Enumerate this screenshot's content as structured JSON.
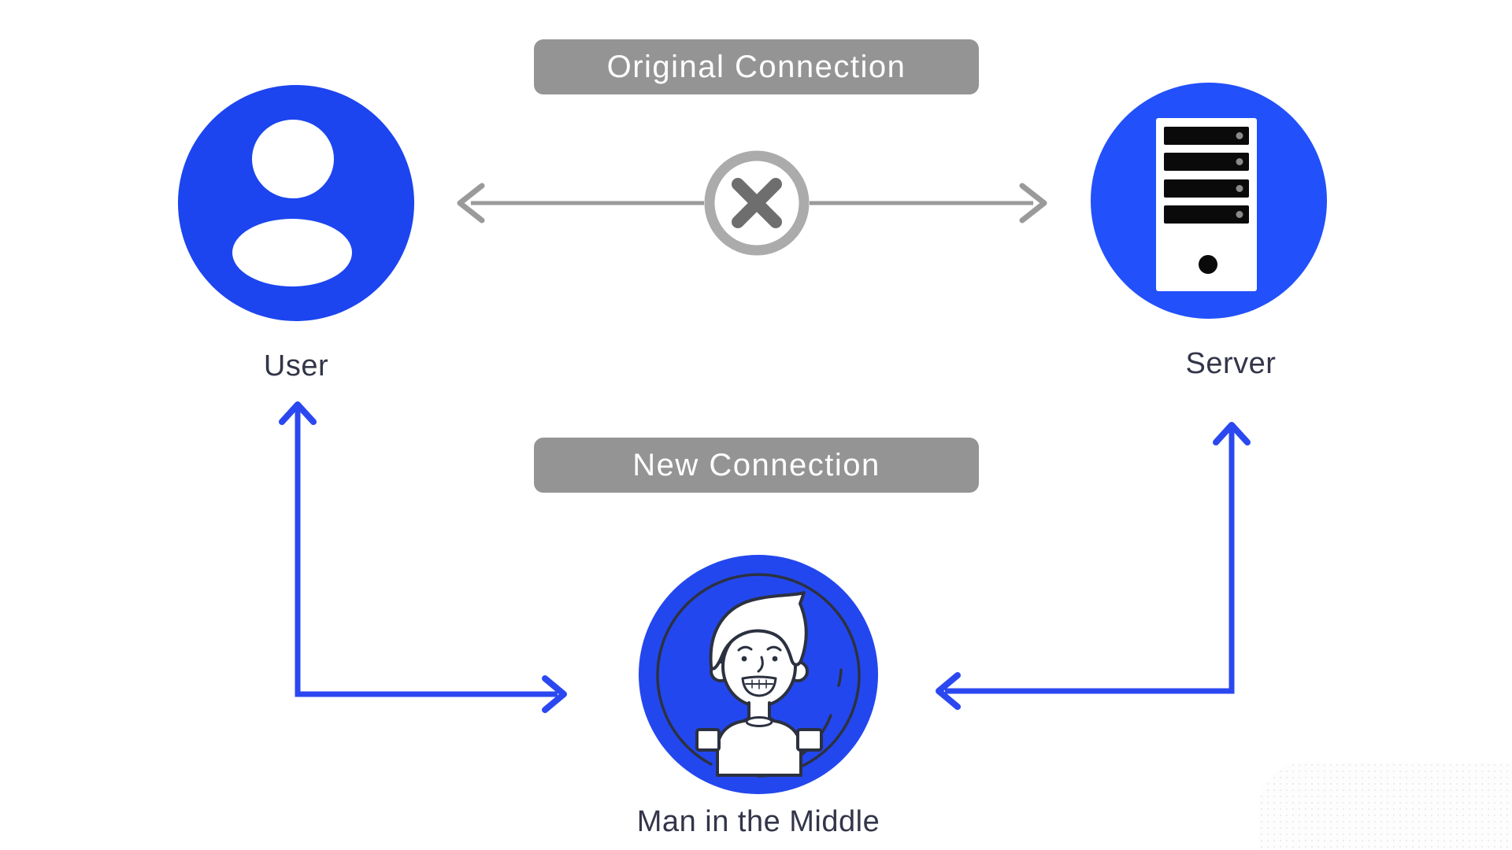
{
  "title": "Man in the Middle attack diagram",
  "badges": {
    "original_connection": {
      "label": "Original Connection"
    },
    "new_connection": {
      "label": "New Connection"
    }
  },
  "nodes": {
    "user": {
      "label": "User"
    },
    "server": {
      "label": "Server"
    },
    "mitm": {
      "label": "Man in the Middle"
    }
  },
  "connections": {
    "original": {
      "from": "User",
      "to": "Server",
      "blocked": true
    },
    "user_to_mitm": {
      "from": "User",
      "to": "Man in the Middle"
    },
    "server_to_mitm": {
      "from": "Server",
      "to": "Man in the Middle"
    }
  },
  "colors": {
    "user_blue": "#1c45ef",
    "server_blue": "#2250fa",
    "mitm_blue": "#2347ee",
    "arrow_blue": "#2b48f0",
    "line_gray": "#9a9a9a",
    "ring_gray": "#ababab",
    "cross_gray": "#6e6e6e",
    "badge_gray": "#949494",
    "label_navy": "#333549",
    "sketch_navy": "#2c3140",
    "patch_dot": "#ececec"
  }
}
